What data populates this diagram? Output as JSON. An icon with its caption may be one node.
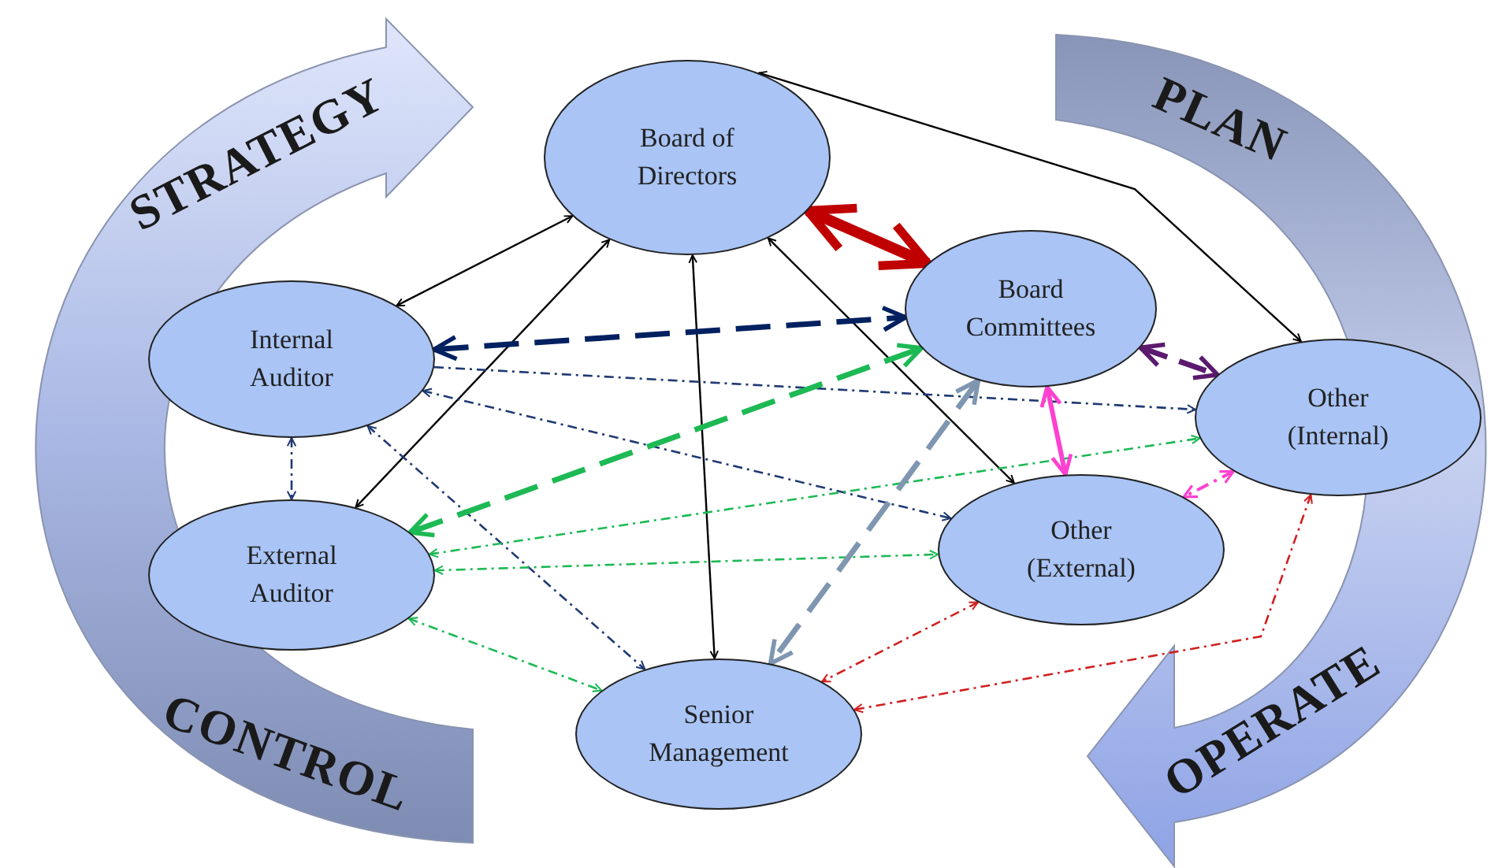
{
  "diagram": {
    "nodes": [
      {
        "text": [
          "Board of Directors"
        ]
      },
      {
        "text": [
          "Internal Auditor"
        ]
      },
      {
        "text": [
          "Board Committees"
        ]
      },
      {
        "text": [
          "Other (Internal)"
        ]
      },
      {
        "text": [
          "External Auditor"
        ]
      },
      {
        "text": [
          "Other (External)"
        ]
      },
      {
        "text": [
          "Senior Management"
        ]
      }
    ],
    "edges": [
      {
        "from": 0,
        "to": 1,
        "arrow": "both"
      },
      {
        "from": 0,
        "to": 4,
        "arrow": "both"
      },
      {
        "from": 0,
        "to": 6,
        "arrow": "both"
      },
      {
        "from": 0,
        "to": 5,
        "arrow": "both"
      },
      {
        "from": 0,
        "to": 3,
        "arrow": "both"
      },
      {
        "from": 0,
        "to": 2,
        "arrow": "both",
        "style": "thick",
        "color": "#c00000"
      },
      {
        "from": 1,
        "to": 2,
        "arrow": "both",
        "style": "dashed",
        "color": "#002060"
      },
      {
        "from": 2,
        "to": 3,
        "arrow": "both",
        "style": "dashed",
        "color": "#5b1a6e"
      },
      {
        "from": 1,
        "to": 4,
        "arrow": "both",
        "style": "dashed",
        "color": "#1f3a73"
      },
      {
        "from": 1,
        "to": 3,
        "arrow": "to",
        "style": "dashed",
        "color": "#1f3a73"
      },
      {
        "from": 1,
        "to": 5,
        "arrow": "both",
        "style": "dashed",
        "color": "#1f3a73"
      },
      {
        "from": 1,
        "to": 6,
        "arrow": "both",
        "style": "dashed",
        "color": "#1f3a73"
      },
      {
        "from": 4,
        "to": 2,
        "arrow": "both",
        "style": "dashed",
        "color": "#1db954"
      },
      {
        "from": 4,
        "to": 3,
        "arrow": "both",
        "style": "dashed",
        "color": "#1db954"
      },
      {
        "from": 4,
        "to": 5,
        "arrow": "both",
        "style": "dashed",
        "color": "#1db954"
      },
      {
        "from": 4,
        "to": 6,
        "arrow": "both",
        "style": "dashed",
        "color": "#1db954"
      },
      {
        "from": 2,
        "to": 6,
        "arrow": "both",
        "style": "dashed",
        "color": "#7f96b0"
      },
      {
        "from": 2,
        "to": 5,
        "arrow": "both",
        "style": "thick",
        "color": "#ff40d0"
      },
      {
        "from": 5,
        "to": 6,
        "arrow": "both",
        "style": "dashed",
        "color": "#d02020"
      },
      {
        "from": 3,
        "to": 6,
        "arrow": "both",
        "style": "dashed",
        "color": "#d02020"
      },
      {
        "from": 3,
        "to": 5,
        "arrow": "both",
        "style": "dashed",
        "color": "#ff40d0"
      }
    ],
    "labels": [
      "STRATEGY",
      "PLAN",
      "CONTROL",
      "OPERATE"
    ]
  }
}
